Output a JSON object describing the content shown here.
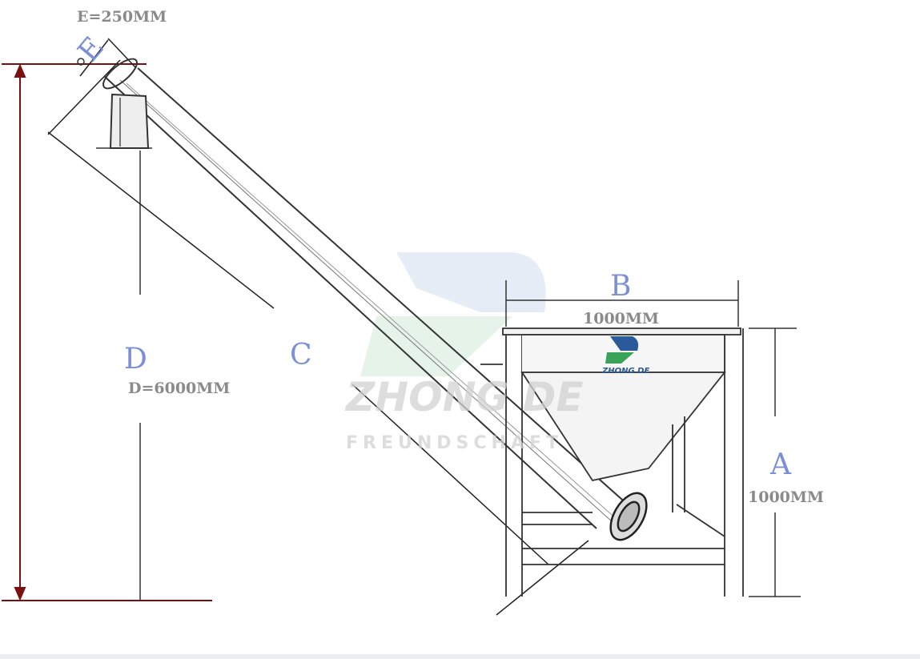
{
  "labels": {
    "e_dimension": "E=250MM",
    "e_letter": "E",
    "b_letter": "B",
    "b_dimension": "1000MM",
    "a_letter": "A",
    "a_dimension": "1000MM",
    "c_letter": "C",
    "d_letter": "D",
    "d_dimension": "D=6000MM"
  },
  "logo": {
    "text": "ZHONG DE"
  },
  "watermark": {
    "title": "ZHONG DE",
    "subtitle": "FREUNDSCHAFT"
  },
  "colors": {
    "dimension_red": "#7a1010",
    "letter_blue": "#7b8fd6",
    "logo_green": "#3aa35a",
    "logo_blue": "#2a5a9a"
  }
}
